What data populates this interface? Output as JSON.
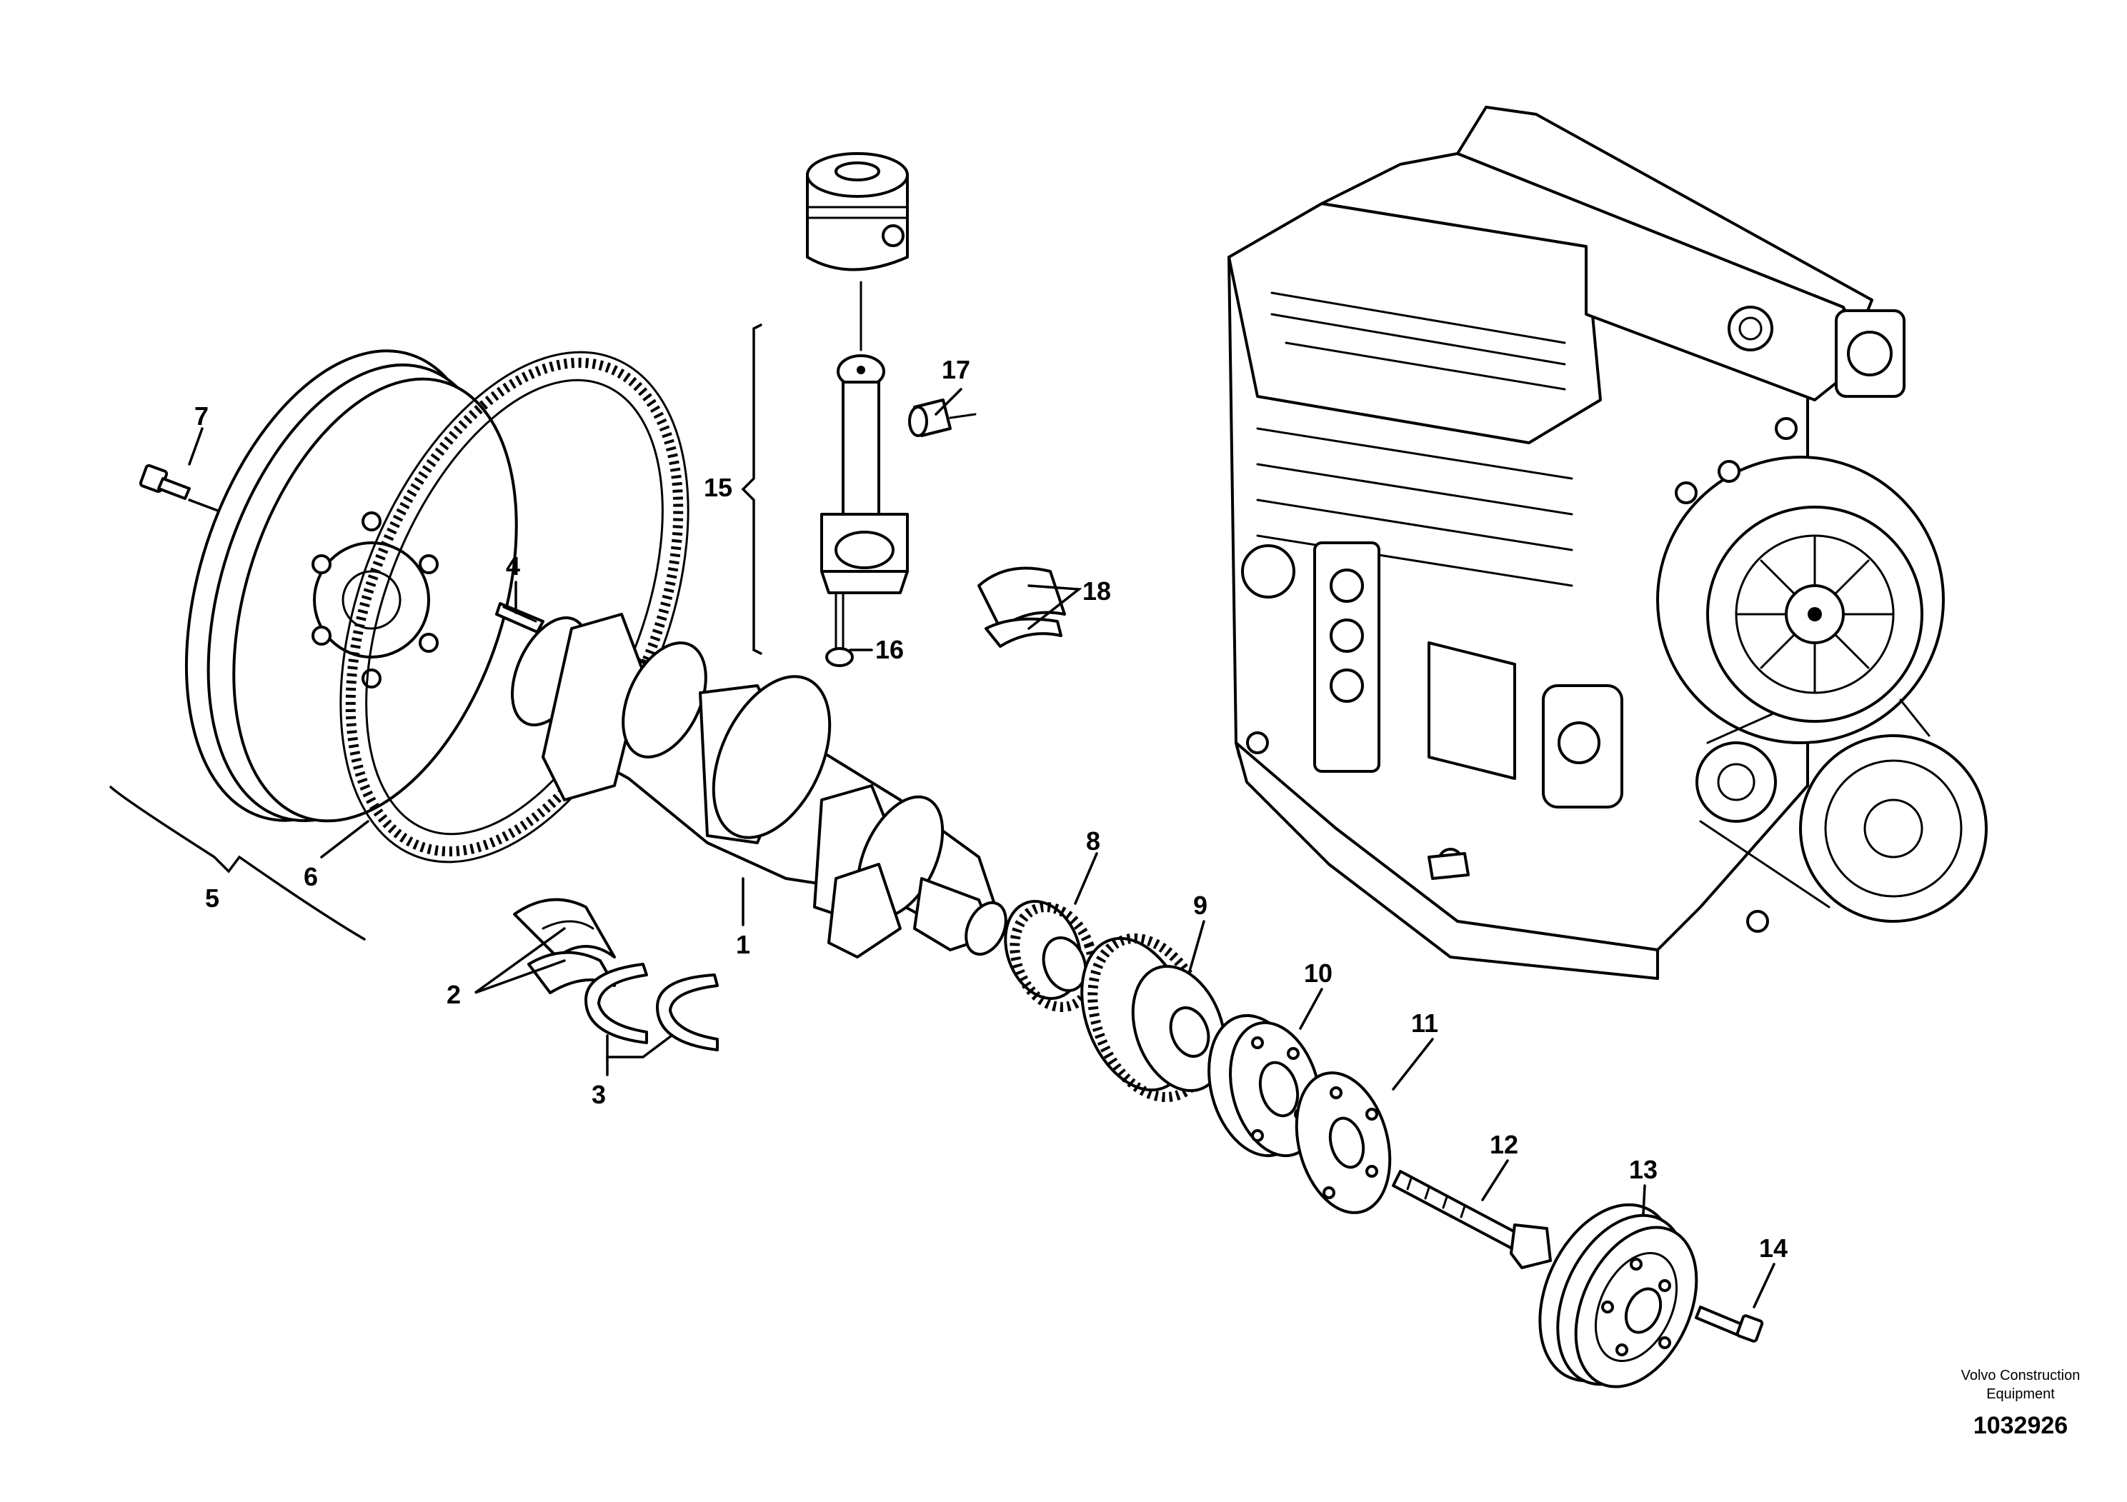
{
  "callouts": {
    "c1": "1",
    "c2": "2",
    "c3": "3",
    "c4": "4",
    "c5": "5",
    "c6": "6",
    "c7": "7",
    "c8": "8",
    "c9": "9",
    "c10": "10",
    "c11": "11",
    "c12": "12",
    "c13": "13",
    "c14": "14",
    "c15": "15",
    "c16": "16",
    "c17": "17",
    "c18": "18"
  },
  "footer": {
    "brand_line1": "Volvo Construction",
    "brand_line2": "Equipment",
    "reference_number": "1032926"
  }
}
